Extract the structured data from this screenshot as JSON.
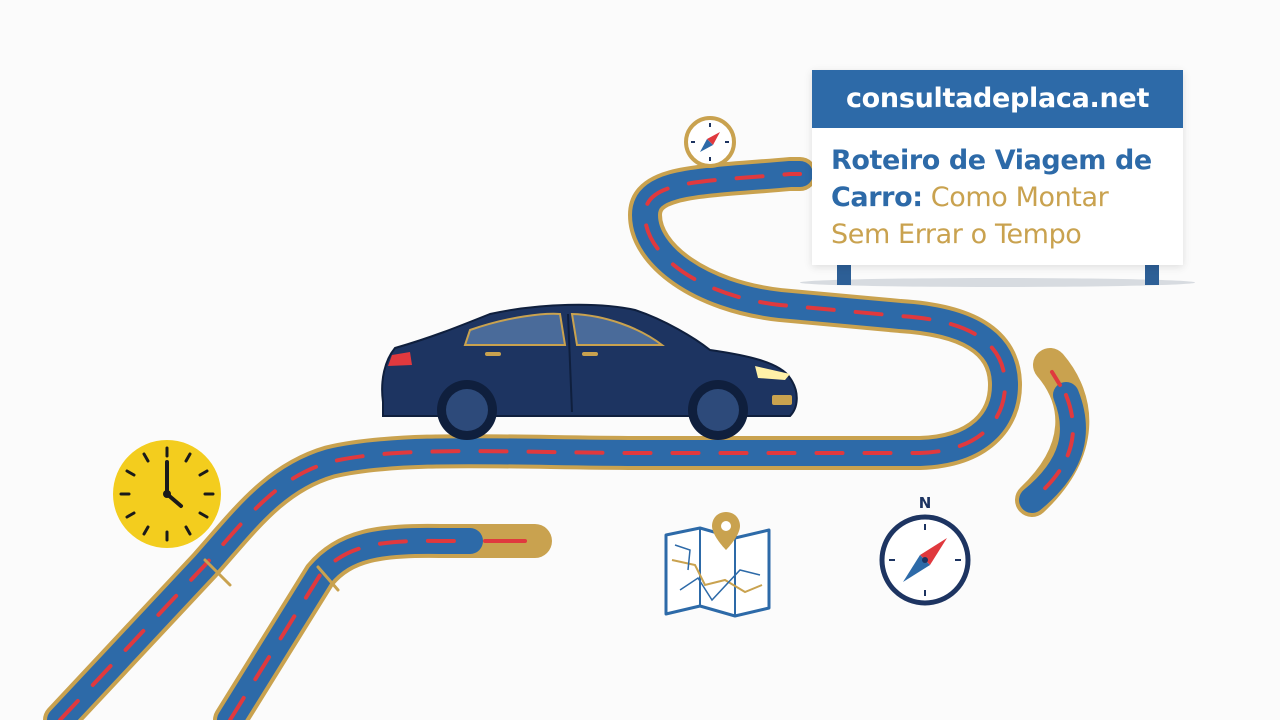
{
  "sign": {
    "header": "consultadeplaca.net",
    "title_line1": "Roteiro de Viagem de",
    "title_line2_blue": "Carro:",
    "title_line2_gold": " Como Montar",
    "title_line3": "Sem Errar o Tempo"
  },
  "compass_small": {
    "icon": "compass-icon"
  },
  "compass_large": {
    "north_label": "N",
    "icon": "compass-icon"
  },
  "clock": {
    "icon": "clock-icon"
  },
  "map": {
    "icon": "map-pin-icon"
  },
  "car": {
    "icon": "car-icon"
  },
  "colors": {
    "road": "#2d6aa8",
    "road_edge": "#c9a24f",
    "dash": "#e0393e",
    "car_body": "#1d3461",
    "sign_header": "#2d6aa8",
    "clock_face": "#f3cd1e"
  }
}
